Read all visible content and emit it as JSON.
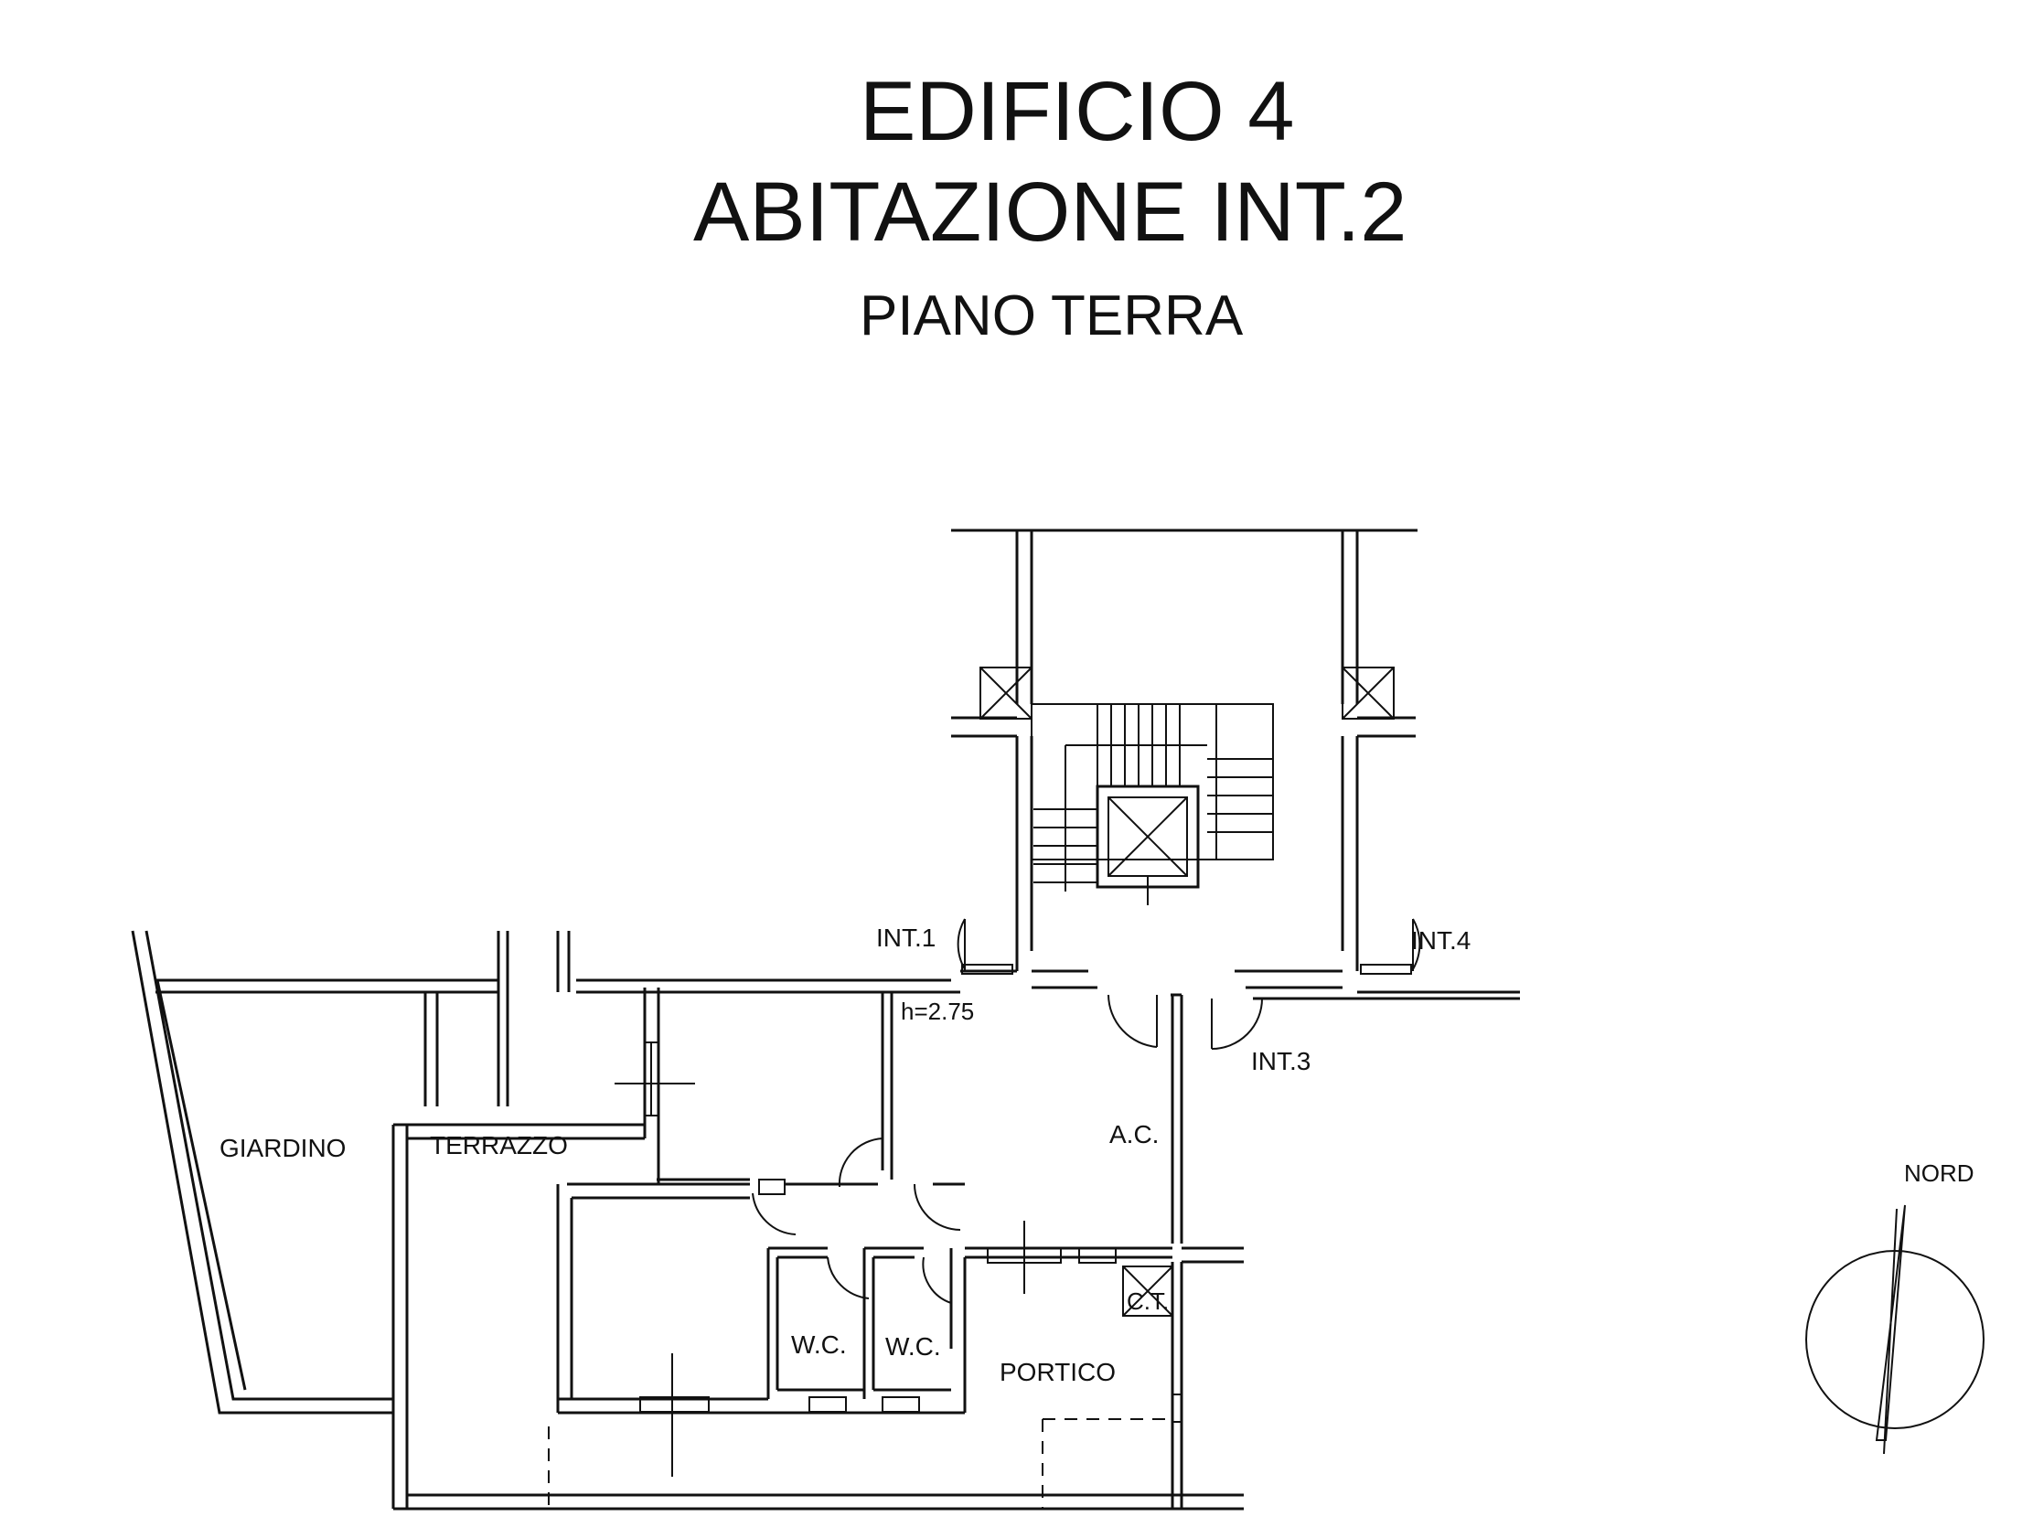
{
  "title": {
    "building": "EDIFICIO 4",
    "unit": "ABITAZIONE INT.2",
    "floor": "PIANO TERRA"
  },
  "rooms": {
    "giardino": "GIARDINO",
    "terrazzo": "TERRAZZO",
    "ac": "A.C.",
    "wc1": "W.C.",
    "wc2": "W.C.",
    "portico": "PORTICO",
    "ct": "C.T."
  },
  "annotations": {
    "height": "h=2.75",
    "int1": "INT.1",
    "int3": "INT.3",
    "int4": "INT.4"
  },
  "compass": {
    "label": "NORD"
  }
}
